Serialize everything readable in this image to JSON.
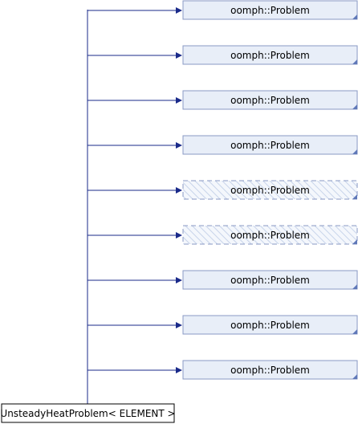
{
  "diagram": {
    "parents": [
      {
        "label": "oomph::Problem",
        "style": "solid"
      },
      {
        "label": "oomph::Problem",
        "style": "solid"
      },
      {
        "label": "oomph::Problem",
        "style": "solid"
      },
      {
        "label": "oomph::Problem",
        "style": "solid"
      },
      {
        "label": "oomph::Problem",
        "style": "dashed"
      },
      {
        "label": "oomph::Problem",
        "style": "dashed"
      },
      {
        "label": "oomph::Problem",
        "style": "solid"
      },
      {
        "label": "oomph::Problem",
        "style": "solid"
      },
      {
        "label": "oomph::Problem",
        "style": "solid"
      }
    ],
    "child": {
      "label": "UnsteadyHeatProblem< ELEMENT >"
    }
  },
  "colors": {
    "edge": "#1a2a8a",
    "parent_fill": "#e8eef8",
    "parent_border": "#8a9ac4",
    "corner_mark": "#5f78b8"
  }
}
